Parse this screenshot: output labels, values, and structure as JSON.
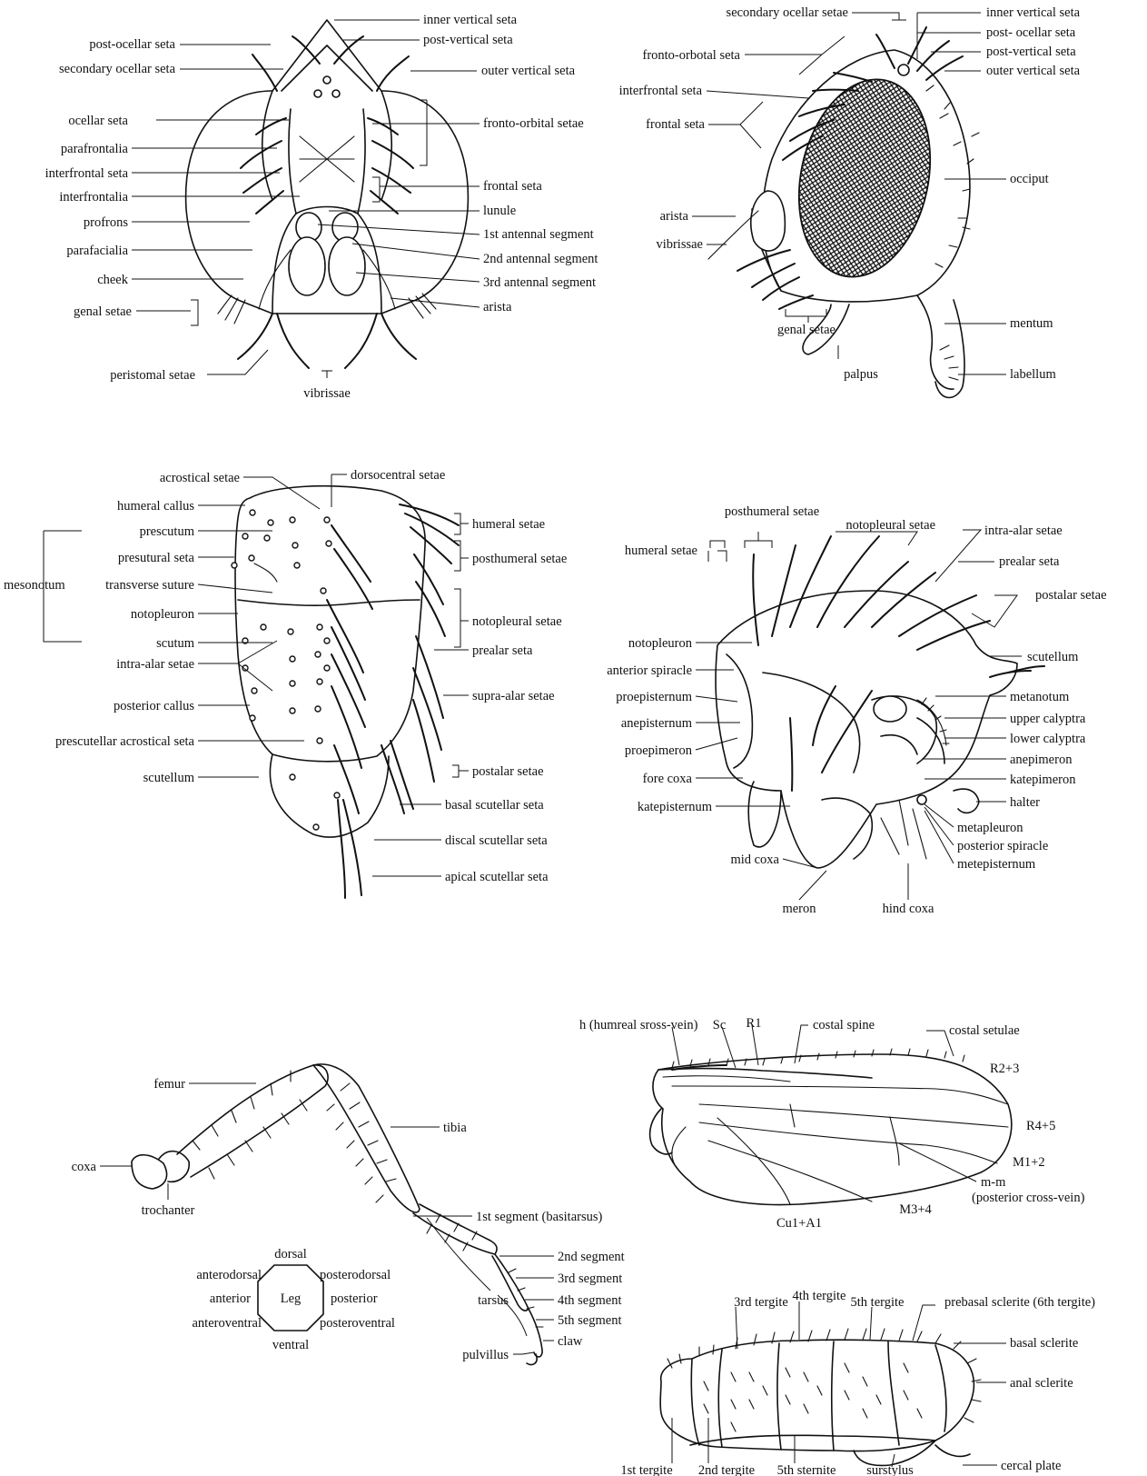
{
  "head_front": {
    "labels_left": [
      "post-ocellar seta",
      "secondary ocellar seta",
      "ocellar seta",
      "parafrontalia",
      "interfrontal seta",
      "interfrontalia",
      "profrons",
      "parafacialia",
      "cheek",
      "genal setae",
      "peristomal setae"
    ],
    "labels_right": [
      "inner vertical seta",
      "post-vertical seta",
      "outer vertical seta",
      "fronto-orbital setae",
      "frontal seta",
      "lunule",
      "1st antennal segment",
      "2nd antennal segment",
      "3rd antennal segment",
      "arista"
    ],
    "bottom": "vibrissae"
  },
  "head_side": {
    "labels_left": [
      "fronto-orbotal seta",
      "interfrontal seta",
      "frontal seta",
      "arista",
      "vibrissae"
    ],
    "labels_top": [
      "secondary ocellar setae"
    ],
    "labels_right": [
      "inner vertical seta",
      "post- ocellar seta",
      "post-vertical seta",
      "outer vertical seta",
      "occiput",
      "mentum",
      "labellum"
    ],
    "labels_bottom": [
      "genal setae",
      "palpus"
    ]
  },
  "thorax_dorsal": {
    "labels_left": [
      "acrostical setae",
      "humeral callus",
      "prescutum",
      "presutural seta",
      "transverse suture",
      "notopleuron",
      "scutum",
      "intra-alar setae",
      "posterior callus",
      "prescutellar acrostical seta",
      "scutellum"
    ],
    "group_label": "mesonotum",
    "labels_right": [
      "dorsocentral setae",
      "humeral setae",
      "posthumeral setae",
      "notopleural setae",
      "prealar seta",
      "supra-alar setae",
      "postalar setae",
      "basal scutellar seta",
      "discal scutellar seta",
      "apical scutellar seta"
    ]
  },
  "thorax_lateral": {
    "labels_top": [
      "posthumeral setae",
      "notopleural setae",
      "intra-alar setae",
      "prealar seta",
      "postalar setae",
      "humeral setae"
    ],
    "labels_left": [
      "notopleuron",
      "anterior spiracle",
      "proepisternum",
      "anepisternum",
      "proepimeron",
      "fore coxa",
      "katepisternum"
    ],
    "labels_right": [
      "scutellum",
      "metanotum",
      "upper calyptra",
      "lower calyptra",
      "anepimeron",
      "katepimeron",
      "halter",
      "metapleuron",
      "posterior spiracle",
      "metepisternum"
    ],
    "labels_bottom": [
      "mid coxa",
      "meron",
      "hind coxa"
    ]
  },
  "leg": {
    "labels": [
      "femur",
      "tibia",
      "coxa",
      "trochanter",
      "1st segment (basitarsus)",
      "2nd segment",
      "3rd segment",
      "tarsus",
      "4th segment",
      "5th segment",
      "claw",
      "pulvillus"
    ],
    "octagon": {
      "center": "Leg",
      "dorsal": "dorsal",
      "ventral": "ventral",
      "anterior": "anterior",
      "posterior": "posterior",
      "anterodorsal": "anterodorsal",
      "posterodorsal": "posterodorsal",
      "anteroventral": "anteroventral",
      "posteroventral": "posteroventral"
    }
  },
  "wing": {
    "labels": [
      "h (humreal sross-vein)",
      "Sc",
      "R1",
      "costal spine",
      "costal setulae",
      "R2+3",
      "R4+5",
      "M1+2",
      "m-m",
      "(posterior cross-vein)",
      "M3+4",
      "Cu1+A1"
    ]
  },
  "abdomen": {
    "labels": [
      "4th tergite",
      "3rd tergite",
      "5th tergite",
      "prebasal sclerite (6th tergite)",
      "basal sclerite",
      "anal sclerite",
      "1st tergite",
      "2nd tergite",
      "5th sternite",
      "surstylus",
      "cercal plate"
    ]
  }
}
